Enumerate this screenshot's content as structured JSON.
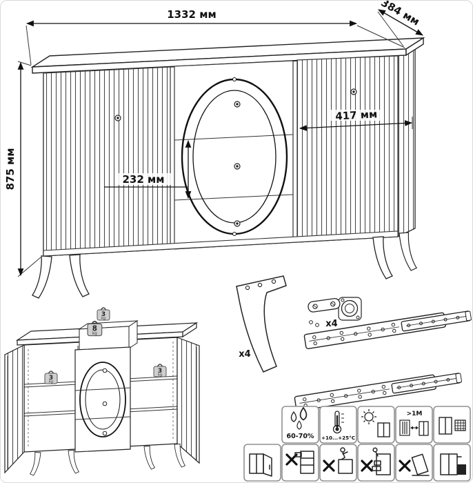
{
  "drawing": {
    "dimensions": {
      "width": "1332 мм",
      "depth": "384 мм",
      "height": "875 мм",
      "door_width": "417 мм",
      "drawer_height": "232 мм"
    },
    "hardware": {
      "leg": {
        "name": "metal-leg",
        "count": "x4"
      },
      "hinge": {
        "name": "cup-hinge",
        "count": "x4"
      },
      "slides": {
        "name": "drawer-slides"
      }
    },
    "load_limits": {
      "top": "8",
      "left_shelf": "3",
      "drawer": "3",
      "right_shelf": "3",
      "unit": "kg"
    },
    "care": {
      "humidity": "60-70%",
      "temperature": "+10...+25°C",
      "distance": ">1M",
      "row1_icons": [
        "humidity-drops",
        "temperature-range",
        "avoid-direct-sunlight",
        "keep-distance-from-heat-source",
        "ventilated-room"
      ],
      "row2_icons": [
        "open-doors-carefully",
        "do-not-pull-out-multiple-drawers",
        "do-not-climb-on-furniture",
        "do-not-use-drawers-as-steps",
        "do-not-tip-over",
        "anchor-to-wall"
      ]
    }
  }
}
